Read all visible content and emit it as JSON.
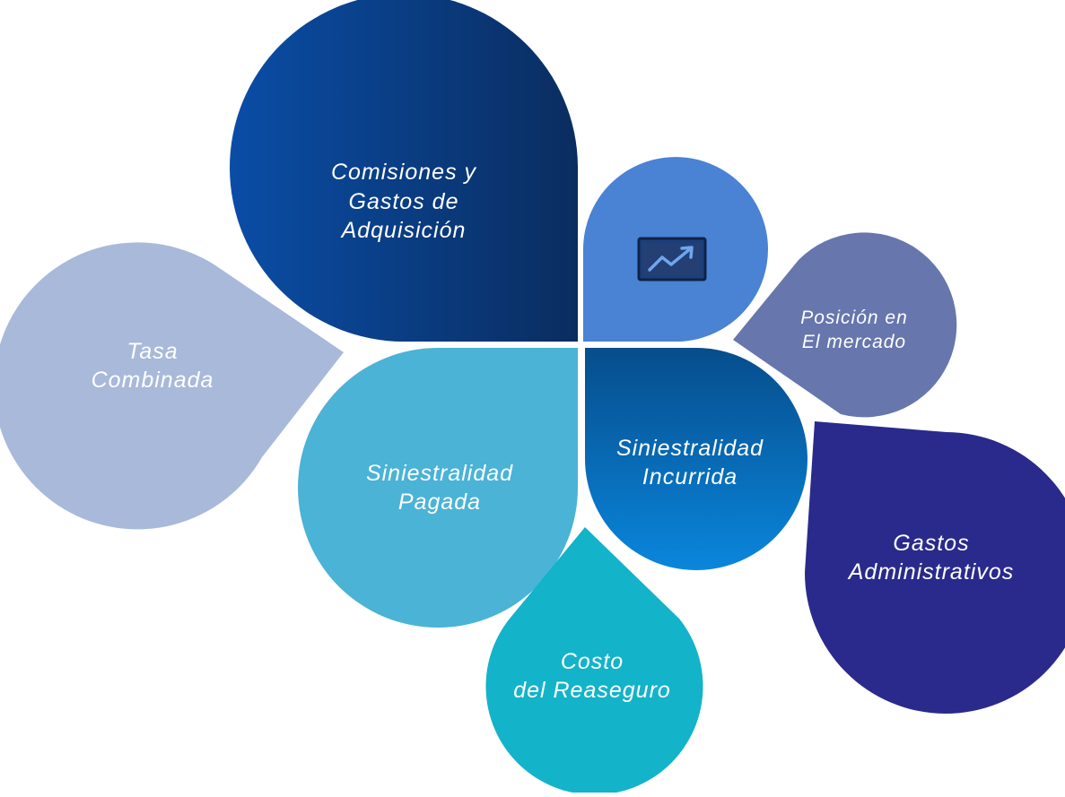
{
  "diagram": {
    "petals": {
      "comisiones": {
        "lines": [
          "Comisiones y",
          "Gastos de",
          "Adquisición"
        ],
        "color_from": "#0a4da6",
        "color_to": "#0a2d60"
      },
      "tasa": {
        "lines": [
          "Tasa",
          "Combinada"
        ],
        "color": "#a8b9da"
      },
      "trend": {
        "icon": "trending-up-chart-icon",
        "color": "#4a82d4"
      },
      "posicion": {
        "lines": [
          "Posición en",
          "El mercado"
        ],
        "color": "#6776ad"
      },
      "pagada": {
        "lines": [
          "Siniestralidad",
          "Pagada"
        ],
        "color": "#4ab3d6"
      },
      "incurrida": {
        "lines": [
          "Siniestralidad",
          "Incurrida"
        ],
        "color_from": "#064d8c",
        "color_to": "#0a86dc"
      },
      "administrativos": {
        "lines": [
          "Gastos",
          "Administrativos"
        ],
        "color": "#2a2a8c"
      },
      "reaseguro": {
        "lines": [
          "Costo",
          "del Reaseguro"
        ],
        "color": "#13b3ca"
      }
    }
  }
}
